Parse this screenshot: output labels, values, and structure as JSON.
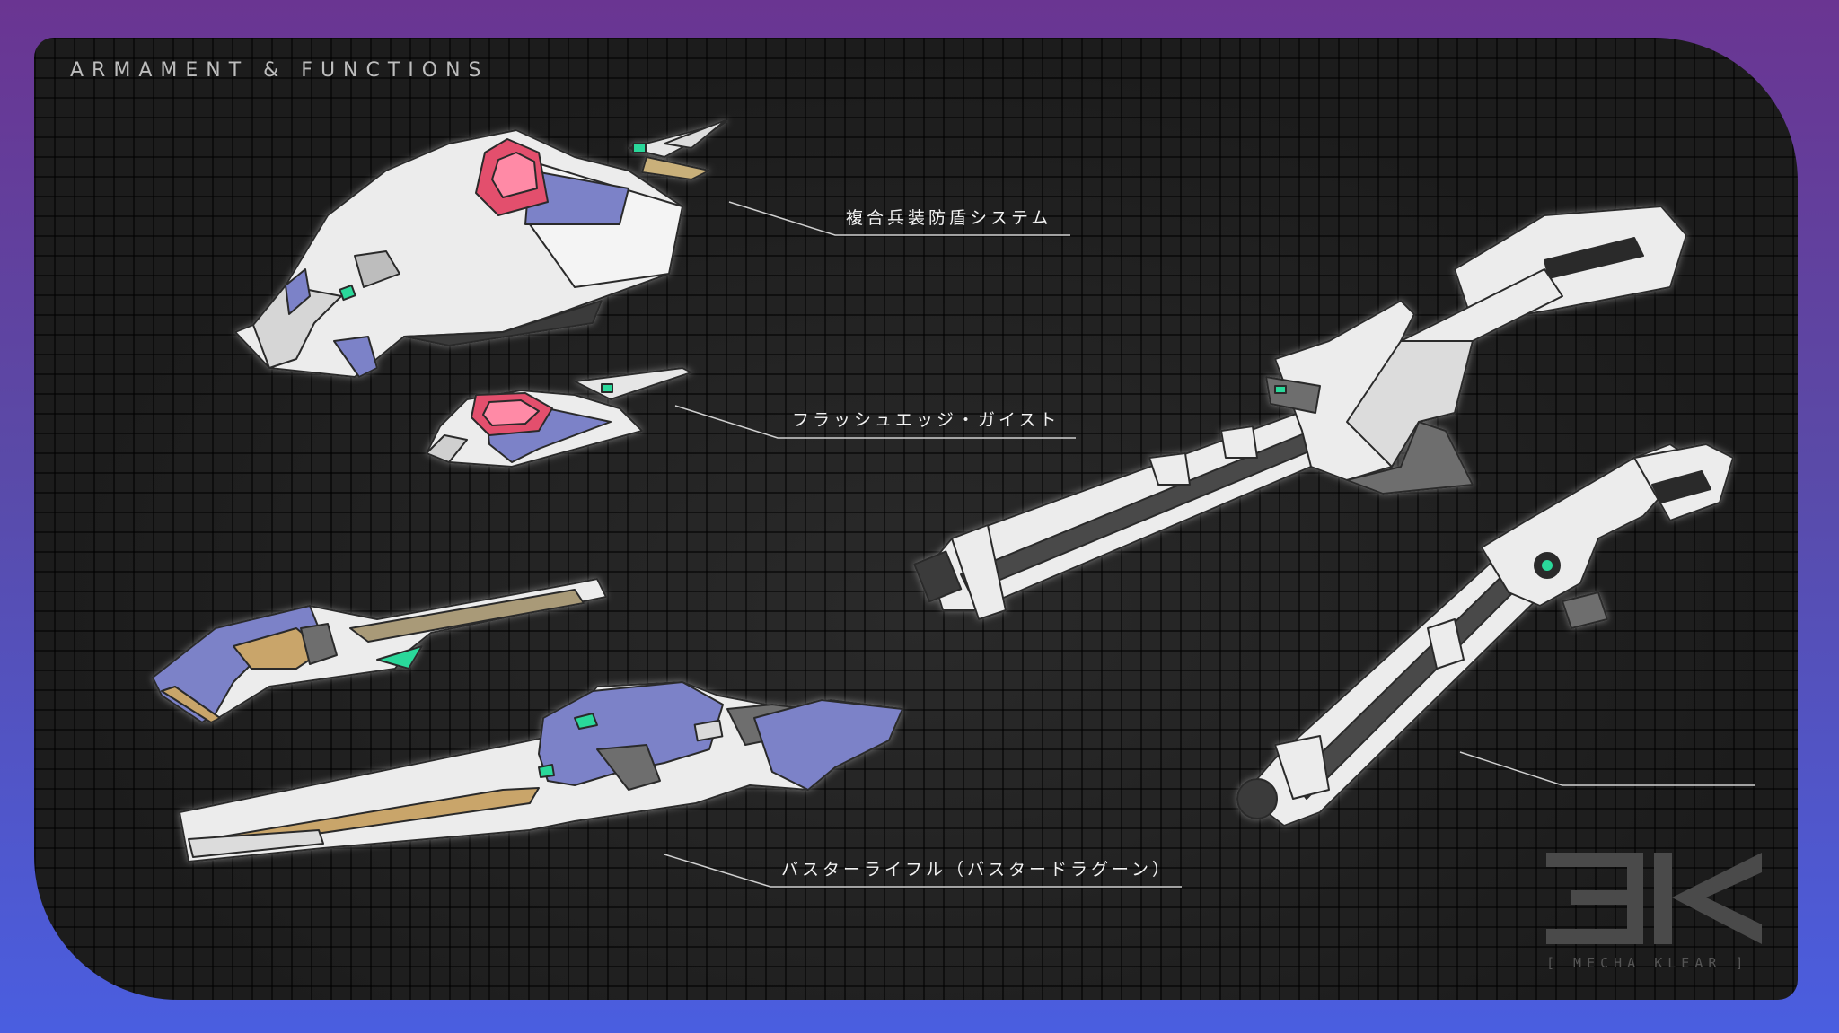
{
  "page": {
    "heading": "ARMAMENT & FUNCTIONS",
    "background_colors": {
      "frame_top": "#6a3592",
      "frame_bottom": "#4a5ee0",
      "panel": "#1e1e1e"
    }
  },
  "callouts": [
    {
      "id": "shield",
      "text": "複合兵装防盾システム"
    },
    {
      "id": "flash-edge",
      "text": "フラッシュエッジ・ガイスト"
    },
    {
      "id": "buster-rifle",
      "text": "バスターライフル（バスタードラグーン）"
    },
    {
      "id": "long-rifle",
      "text": ""
    }
  ],
  "watermark": {
    "logo": "3K",
    "text": "[ MECHA KLEAR ]"
  },
  "accent_colors": {
    "armor_blue": "#7b82c8",
    "sensor_red": "#e3506d",
    "sensor_green": "#2bd89a",
    "armor_white": "#ececec",
    "frame_gray": "#6e6e6e"
  }
}
